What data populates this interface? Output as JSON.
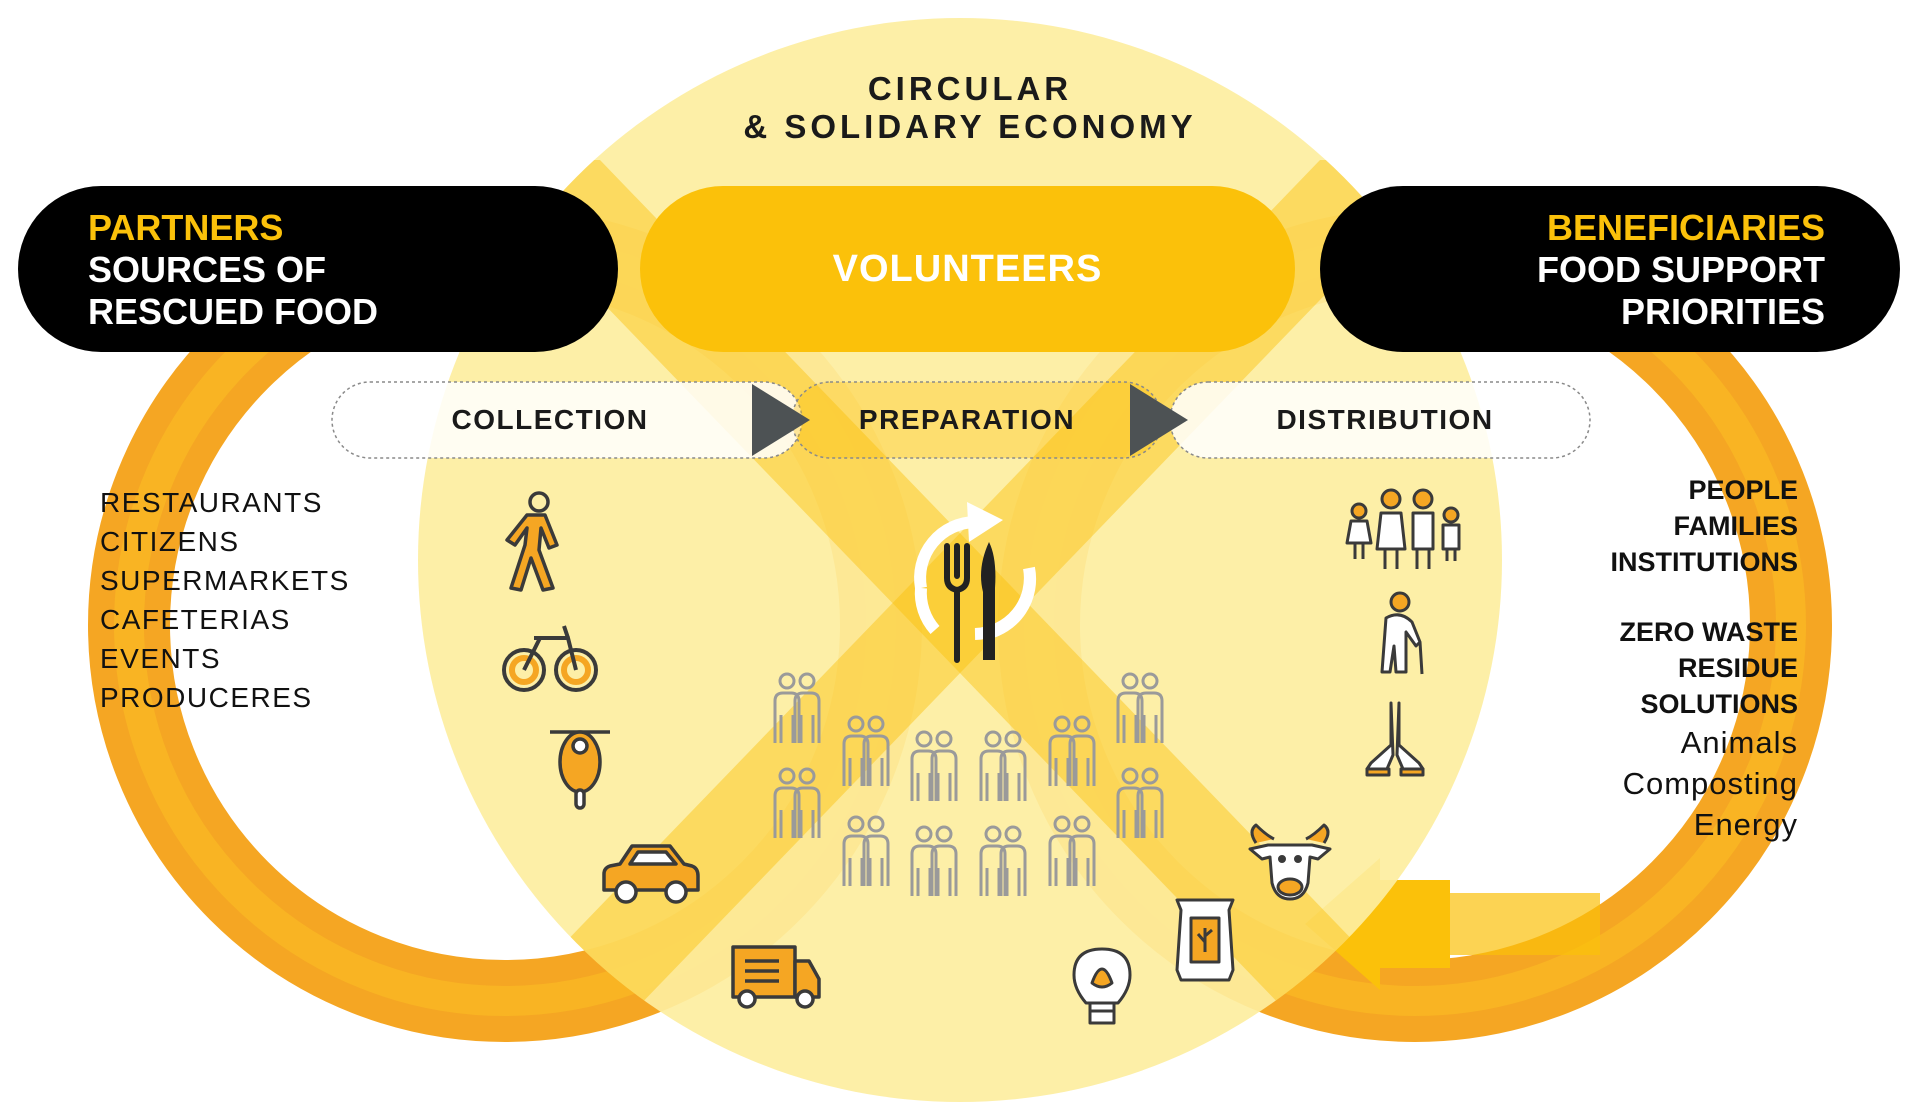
{
  "title": {
    "line1": "CIRCULAR",
    "line2": "& SOLIDARY ECONOMY"
  },
  "partners": {
    "heading": "PARTNERS",
    "line1": "SOURCES OF",
    "line2": "RESCUED FOOD"
  },
  "volunteers": {
    "label": "VOLUNTEERS"
  },
  "beneficiaries": {
    "heading": "BENEFICIARIES",
    "line1": "FOOD SUPPORT",
    "line2": "PRIORITIES"
  },
  "stages": [
    {
      "label": "COLLECTION"
    },
    {
      "label": "PREPARATION"
    },
    {
      "label": "DISTRIBUTION"
    }
  ],
  "sources": [
    "RESTAURANTS",
    "CITIZENS",
    "SUPERMARKETS",
    "CAFETERIAS",
    "EVENTS",
    "PRODUCERES"
  ],
  "recipients": [
    "PEOPLE",
    "FAMILIES",
    "INSTITUTIONS"
  ],
  "zero_waste": [
    "ZERO WASTE",
    "RESIDUE",
    "SOLUTIONS"
  ],
  "residue_uses": [
    "Animals",
    "Composting",
    "Energy"
  ],
  "colors": {
    "orange": "#f5a623",
    "yellow": "#fbc10a",
    "light_yellow": "#fdeea0",
    "black": "#000000",
    "arrow_gray": "#4d5254",
    "icon_gray": "#9a9a9a"
  },
  "icons": [
    "walking-person-icon",
    "bicycle-icon",
    "scooter-icon",
    "car-icon",
    "van-icon",
    "recycle-cutlery-icon",
    "volunteer-crowd-icon",
    "family-icon",
    "elderly-person-icon",
    "praying-hands-icon",
    "cow-icon",
    "compost-bag-icon",
    "lightbulb-leaf-icon"
  ]
}
